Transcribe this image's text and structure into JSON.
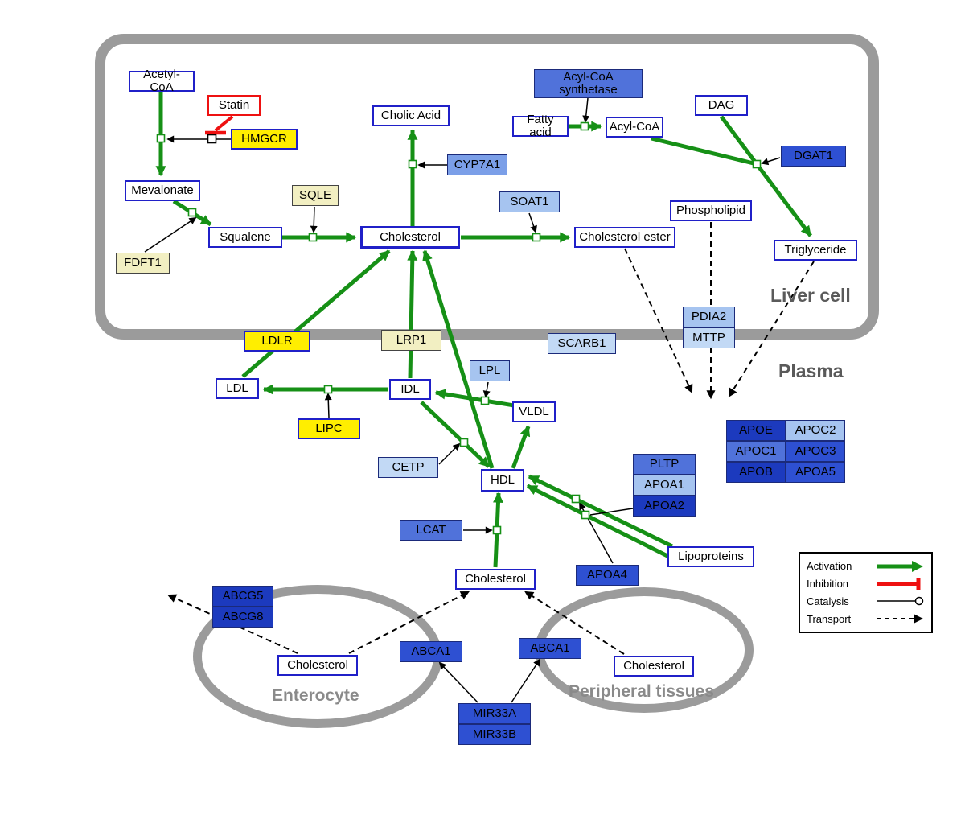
{
  "palette": {
    "activation_green": "#169016",
    "inhibition_red": "#ee1111",
    "membrane_gray": "#9b9b9b",
    "node_border_blue": "#2020c8",
    "enzyme_yellow": "#ffee00",
    "enzyme_cream": "#f2efc2"
  },
  "compartments": {
    "liver": "Liver cell",
    "plasma": "Plasma",
    "enterocyte": "Enterocyte",
    "peripheral": "Peripheral tissues"
  },
  "legend": {
    "activation": "Activation",
    "inhibition": "Inhibition",
    "catalysis": "Catalysis",
    "transport": "Transport"
  },
  "nodes": {
    "acetyl_coa": "Acetyl-CoA",
    "statin": "Statin",
    "hmgcr": "HMGCR",
    "mevalonate": "Mevalonate",
    "fdft1": "FDFT1",
    "squalene": "Squalene",
    "sqle": "SQLE",
    "cholesterol_liver": "Cholesterol",
    "cholic_acid": "Cholic Acid",
    "cyp7a1": "CYP7A1",
    "soat1": "SOAT1",
    "cholesterol_ester": "Cholesterol ester",
    "acyl_coa_synthetase": "Acyl-CoA synthetase",
    "fatty_acid": "Fatty acid",
    "acyl_coa": "Acyl-CoA",
    "dag": "DAG",
    "dgat1": "DGAT1",
    "phospholipid": "Phospholipid",
    "triglyceride": "Triglyceride",
    "pdia2": "PDIA2",
    "mttp": "MTTP",
    "ldlr": "LDLR",
    "lrp1": "LRP1",
    "scarb1": "SCARB1",
    "ldl": "LDL",
    "idl": "IDL",
    "lpl": "LPL",
    "vldl": "VLDL",
    "lipc": "LIPC",
    "cetp": "CETP",
    "hdl": "HDL",
    "lcat": "LCAT",
    "pltp": "PLTP",
    "apoa1": "APOA1",
    "apoa2": "APOA2",
    "apoa4": "APOA4",
    "lipoproteins": "Lipoproteins",
    "apoe": "APOE",
    "apoc2": "APOC2",
    "apoc1": "APOC1",
    "apoc3": "APOC3",
    "apob": "APOB",
    "apoa5": "APOA5",
    "cholesterol_plasma": "Cholesterol",
    "abcg5": "ABCG5",
    "abcg8": "ABCG8",
    "abca1_enterocyte": "ABCA1",
    "abca1_peripheral": "ABCA1",
    "cholesterol_enterocyte": "Cholesterol",
    "cholesterol_peripheral": "Cholesterol",
    "mir33a": "MIR33A",
    "mir33b": "MIR33B"
  }
}
